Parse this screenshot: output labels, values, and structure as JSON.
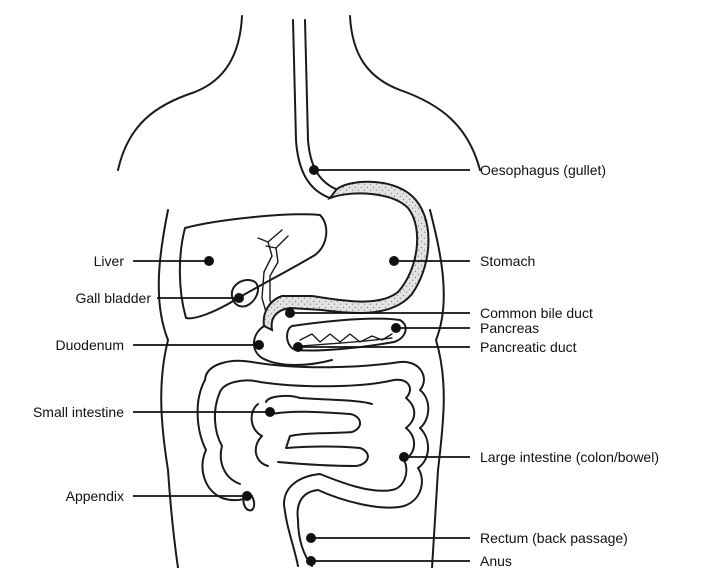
{
  "colors": {
    "line": "#1a1a1a",
    "stomach_fill": "#d9d9d9",
    "background": "#ffffff"
  },
  "labels": {
    "oesophagus": "Oesophagus (gullet)",
    "stomach": "Stomach",
    "common_bile_duct": "Common bile duct",
    "pancreas": "Pancreas",
    "pancreatic_duct": "Pancreatic duct",
    "large_intestine": "Large intestine (colon/bowel)",
    "rectum": "Rectum (back passage)",
    "anus": "Anus",
    "liver": "Liver",
    "gall_bladder": "Gall bladder",
    "duodenum": "Duodenum",
    "small_intestine": "Small intestine",
    "appendix": "Appendix"
  }
}
